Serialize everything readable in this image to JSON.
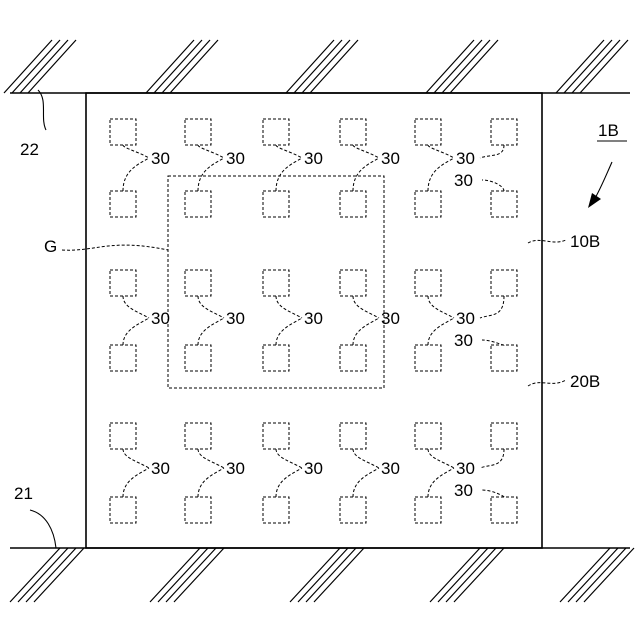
{
  "figure": {
    "labels": {
      "top_layer": "22",
      "bottom_layer": "21",
      "assembly": "1B",
      "upper_member": "10B",
      "lower_member": "20B",
      "region": "G",
      "element": "30"
    },
    "rows": 3,
    "columns": 6,
    "element_count": 18
  }
}
